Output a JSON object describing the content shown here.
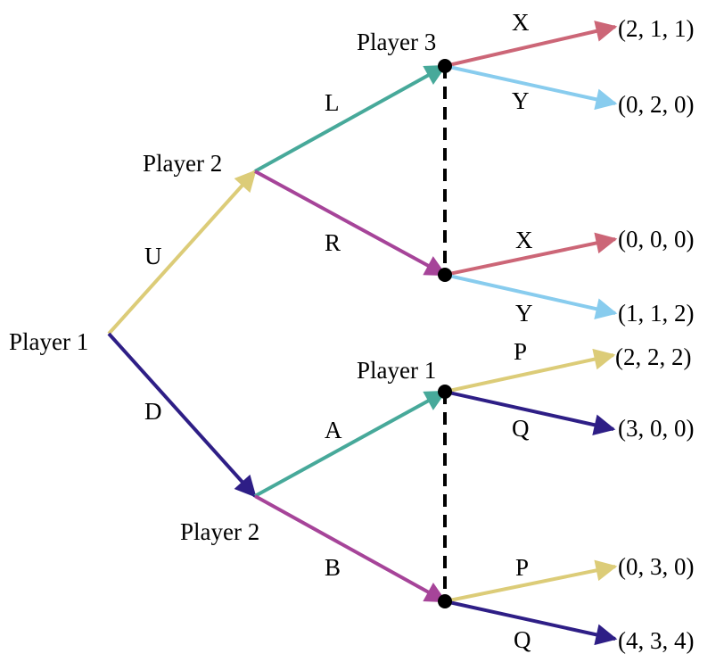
{
  "colors": {
    "yellow": "#dccc78",
    "navy": "#2e1e86",
    "teal": "#47a99a",
    "magenta": "#a64499",
    "red": "#cc6677",
    "skyblue": "#88ccee",
    "info_set": "#000000",
    "decision_node": "#000000"
  },
  "players": {
    "root": "Player 1",
    "upper_p2": "Player 2",
    "lower_p2": "Player 2",
    "upper_info": "Player 3",
    "lower_info": "Player 1"
  },
  "actions": {
    "U": "U",
    "D": "D",
    "L": "L",
    "R": "R",
    "A": "A",
    "B": "B",
    "X1": "X",
    "Y1": "Y",
    "X2": "X",
    "Y2": "Y",
    "P1": "P",
    "Q1": "Q",
    "P2": "P",
    "Q2": "Q"
  },
  "payoffs": {
    "LX": "(2, 1, 1)",
    "LY": "(0, 2, 0)",
    "RX": "(0, 0, 0)",
    "RY": "(1, 1, 2)",
    "AP": "(2, 2, 2)",
    "AQ": "(3, 0, 0)",
    "BP": "(0, 3, 0)",
    "BQ": "(4, 3, 4)"
  }
}
